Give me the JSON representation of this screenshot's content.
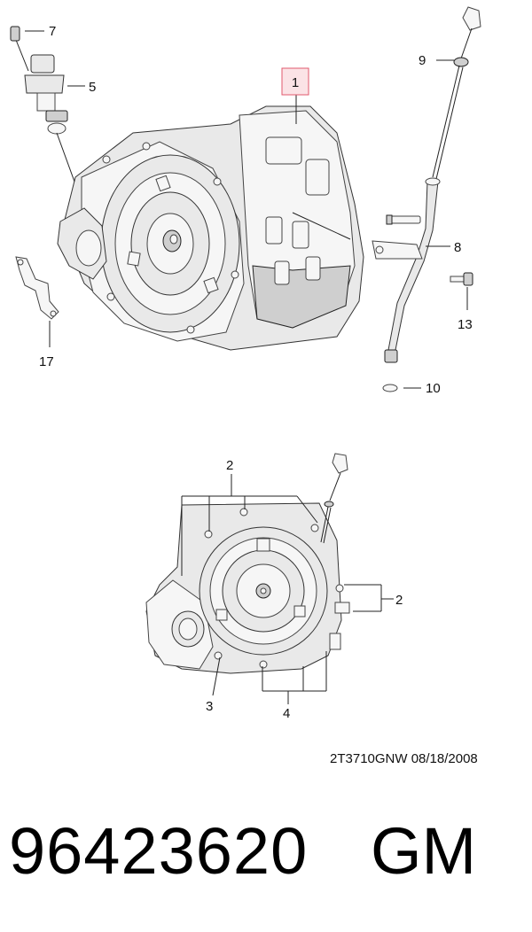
{
  "callouts": {
    "c1": "1",
    "c2a": "2",
    "c2b": "2",
    "c3": "3",
    "c4": "4",
    "c5": "5",
    "c7": "7",
    "c8": "8",
    "c9": "9",
    "c10": "10",
    "c13": "13",
    "c17": "17"
  },
  "reference_code": "2T3710GNW  08/18/2008",
  "part_number": "96423620",
  "brand": "GM",
  "colors": {
    "callout_box_border": "#e05a6e",
    "callout_box_fill": "#fbe3e6"
  }
}
